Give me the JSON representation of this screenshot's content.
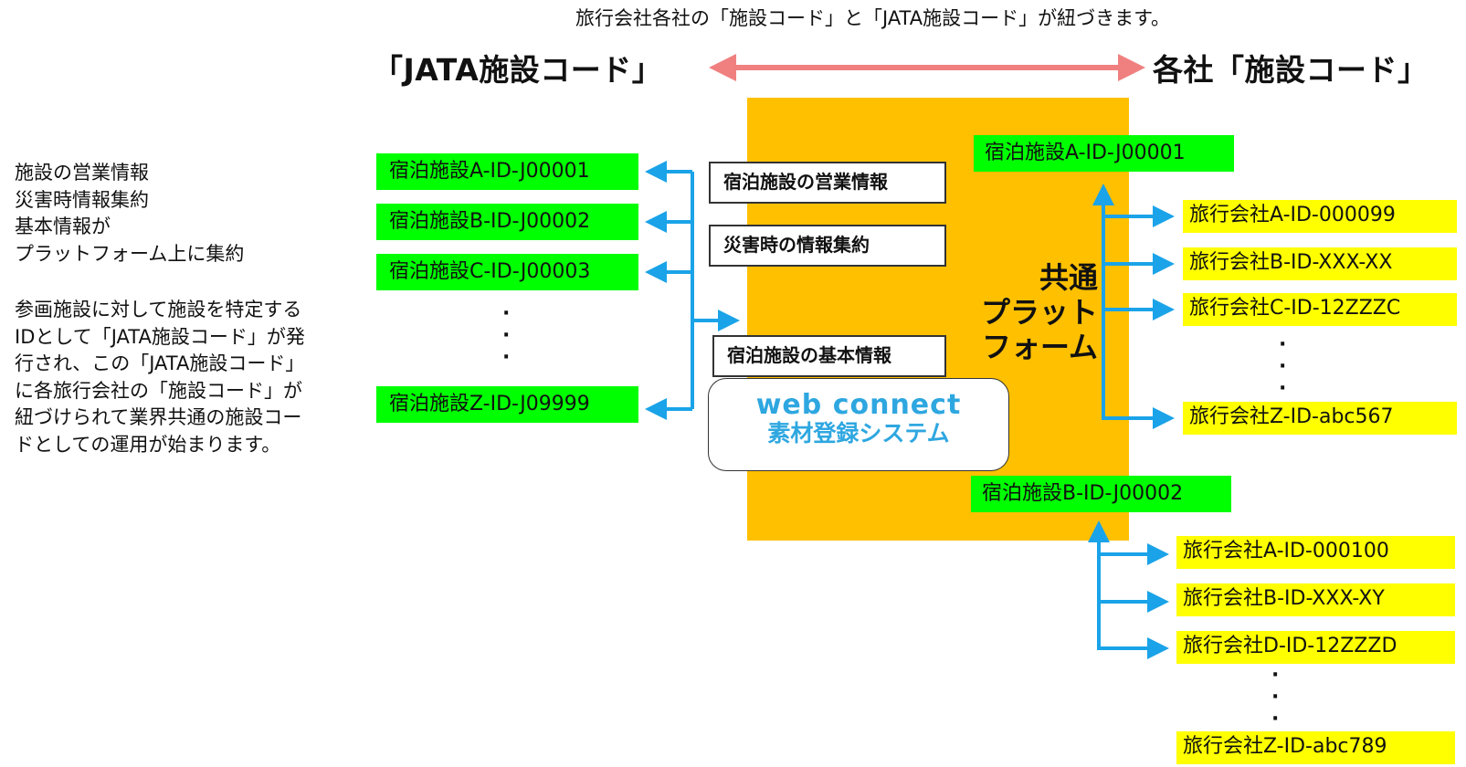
{
  "caption": "旅行会社各社の「施設コード」と「JATA施設コード」が紐づきます。",
  "left_heading": "「JATA施設コード」",
  "right_heading": "各社「施設コード」",
  "description": {
    "summary": "施設の営業情報\n災害時情報集約\n基本情報が\nプラットフォーム上に集約",
    "detail": "参画施設に対して施設を特定する\nIDとして「JATA施設コード」が発\n行され、この「JATA施設コード」\nに各旅行会社の「施設コード」が\n紐づけられて業界共通の施設コー\nドとしての運用が始まります。"
  },
  "jata_codes": [
    "宿泊施設A-ID-J00001",
    "宿泊施設B-ID-J00002",
    "宿泊施設C-ID-J00003",
    "宿泊施設Z-ID-J09999"
  ],
  "info_boxes": {
    "business": "宿泊施設の営業情報",
    "disaster": "災害時の情報集約",
    "basic": "宿泊施設の基本情報"
  },
  "web_connect": {
    "logo": "web connect",
    "subtitle": "素材登録システム"
  },
  "platform_label": "共通\nプラット\nフォーム",
  "group_a": {
    "facility": "宿泊施設A-ID-J00001",
    "agencies": [
      "旅行会社A-ID-000099",
      "旅行会社B-ID-XXX-XX",
      "旅行会社C-ID-12ZZZC",
      "旅行会社Z-ID-abc567"
    ]
  },
  "group_b": {
    "facility": "宿泊施設B-ID-J00002",
    "agencies": [
      "旅行会社A-ID-000100",
      "旅行会社B-ID-XXX-XY",
      "旅行会社D-ID-12ZZZD",
      "旅行会社Z-ID-abc789"
    ]
  },
  "colors": {
    "platform": "#FFC000",
    "jata_label": "#00FF00",
    "agency_label": "#FFFF00",
    "connector": "#1AA3E8",
    "double_arrow": "#F08080",
    "web_connect": "#2EA7E0"
  }
}
